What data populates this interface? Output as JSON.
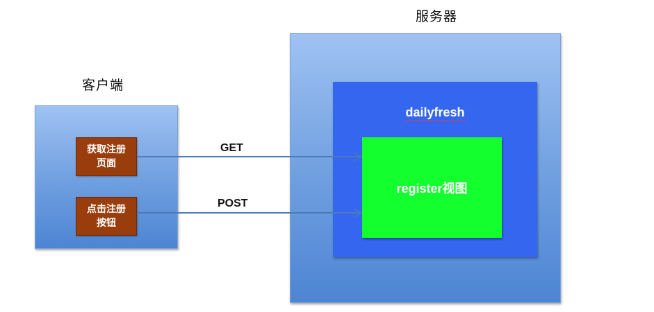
{
  "headings": {
    "server": "服务器",
    "client": "客户端"
  },
  "server": {
    "app_name": "dailyfresh",
    "view_label": "register视图"
  },
  "client": {
    "actions": [
      {
        "label": "获取注册页面"
      },
      {
        "label": "点击注册按钮"
      }
    ]
  },
  "requests": [
    {
      "method": "GET"
    },
    {
      "method": "POST"
    }
  ],
  "colors": {
    "outer_box": "#6e9edf",
    "app_box": "#3566f0",
    "view_box": "#13ff2e",
    "action_box": "#9a3d0c",
    "arrow": "#4f79b8"
  }
}
